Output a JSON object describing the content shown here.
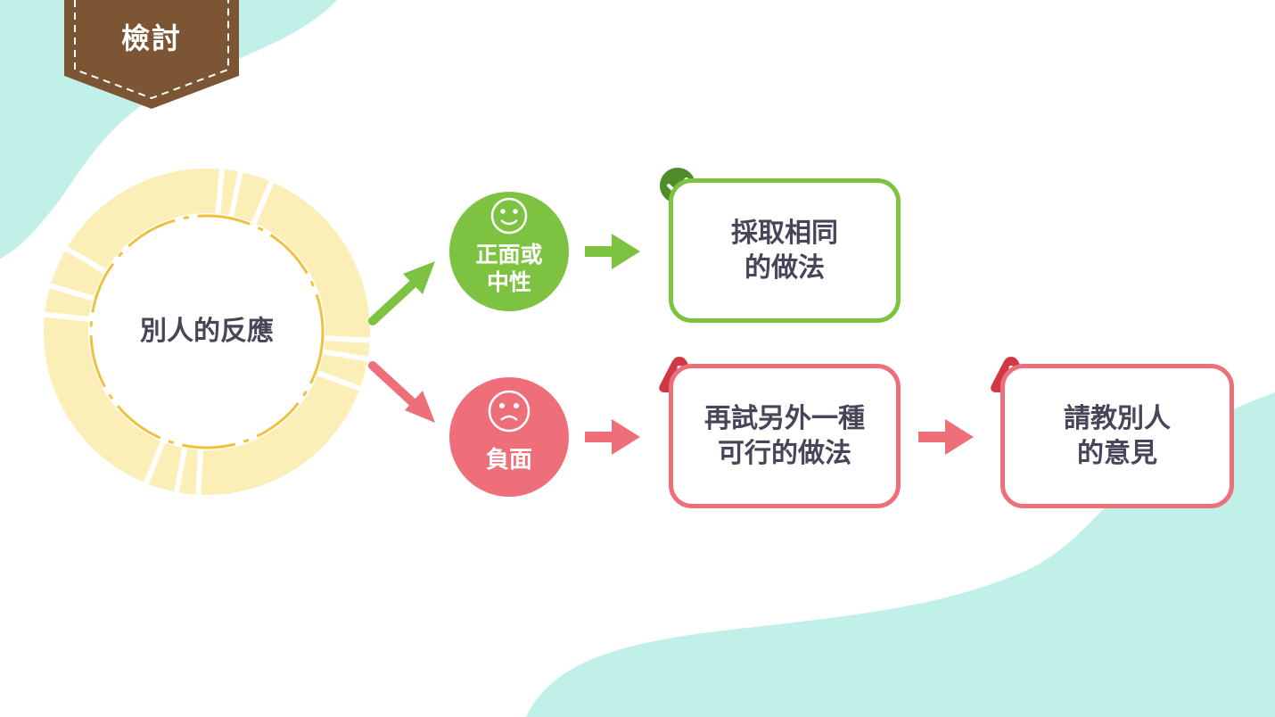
{
  "tag": {
    "label": "檢討"
  },
  "source": {
    "label": "別人的反應"
  },
  "outcomes": {
    "positive": {
      "label": "正面或\n中性",
      "result": "採取相同\n的做法"
    },
    "negative": {
      "label": "負面",
      "result": "再試另外一種\n可行的做法",
      "next": "請教別人\n的意見"
    }
  },
  "colors": {
    "green": "#7dc241",
    "red": "#ee6e79",
    "tag_brown": "#7c5535",
    "teal_blob": "#c0f0e7",
    "ring_yellow": "#fbefb7",
    "dash_yellow": "#f0c23b",
    "text_dark": "#4a4458"
  },
  "icons": [
    "smile-face-icon",
    "sad-face-icon",
    "check-badge-icon",
    "warning-badge-icon"
  ]
}
